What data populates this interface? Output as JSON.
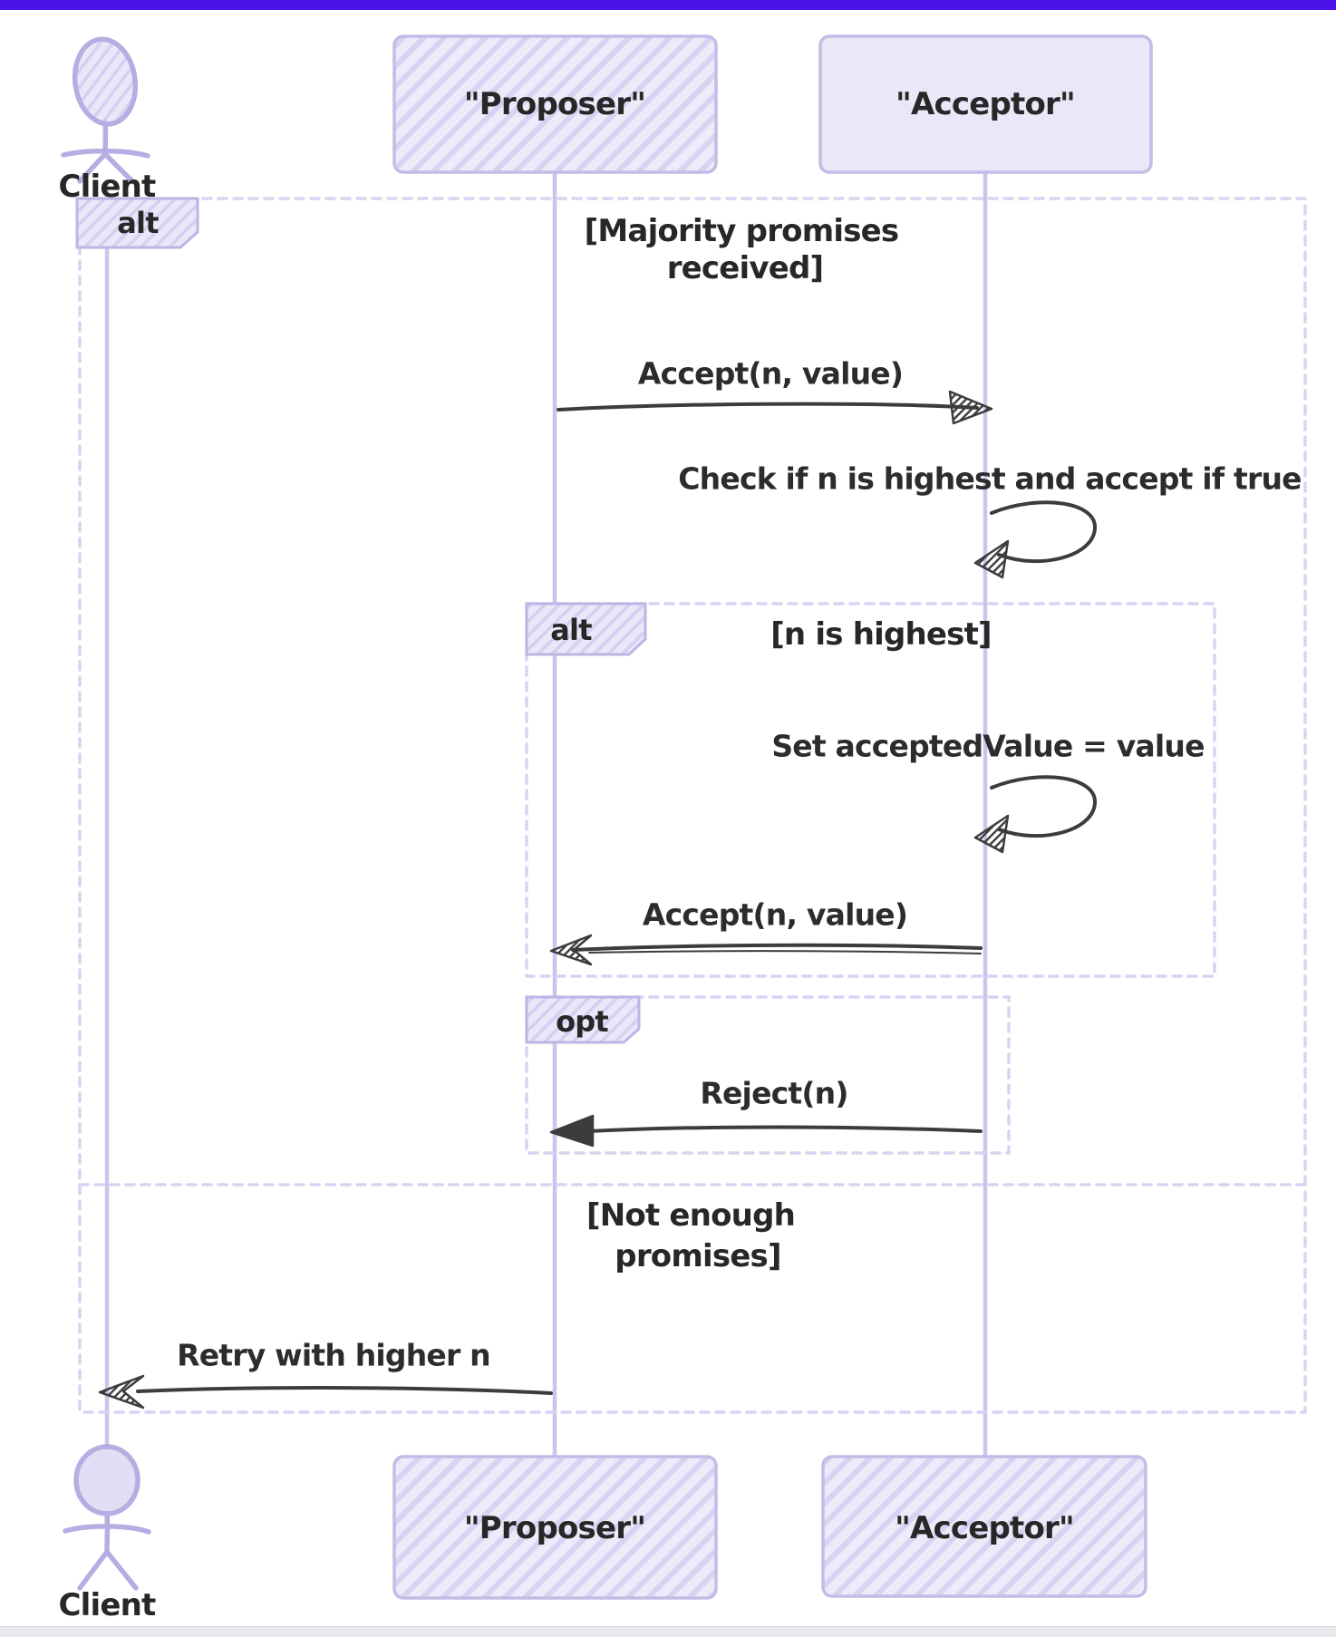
{
  "chrome": {
    "top_bar_color": "#4a12e8",
    "bottom_strip_color": "#e9e8ef",
    "canvas_color": "#ffffff",
    "diagram_lavender": "#cbc4ed",
    "frame_dash_color": "#d9d3f3",
    "ink_color": "#3c3c3c"
  },
  "actors": {
    "client": {
      "label": "Client"
    },
    "proposer": {
      "label": "\"Proposer\""
    },
    "acceptor": {
      "label": "\"Acceptor\""
    }
  },
  "frames": {
    "outer_alt": {
      "operator": "alt",
      "guard_top_line1": "[Majority promises",
      "guard_top_line2": "received]",
      "guard_else_line1": "[Not enough",
      "guard_else_line2": "promises]"
    },
    "inner_alt": {
      "operator": "alt",
      "guard": "[n is highest]"
    },
    "opt_frame": {
      "operator": "opt"
    }
  },
  "messages": {
    "accept_request": "Accept(n, value)",
    "check_self": "Check if n is highest and accept if true",
    "set_accepted_value": "Set acceptedValue = value",
    "accept_reply": "Accept(n, value)",
    "reject": "Reject(n)",
    "retry": "Retry with higher n"
  }
}
